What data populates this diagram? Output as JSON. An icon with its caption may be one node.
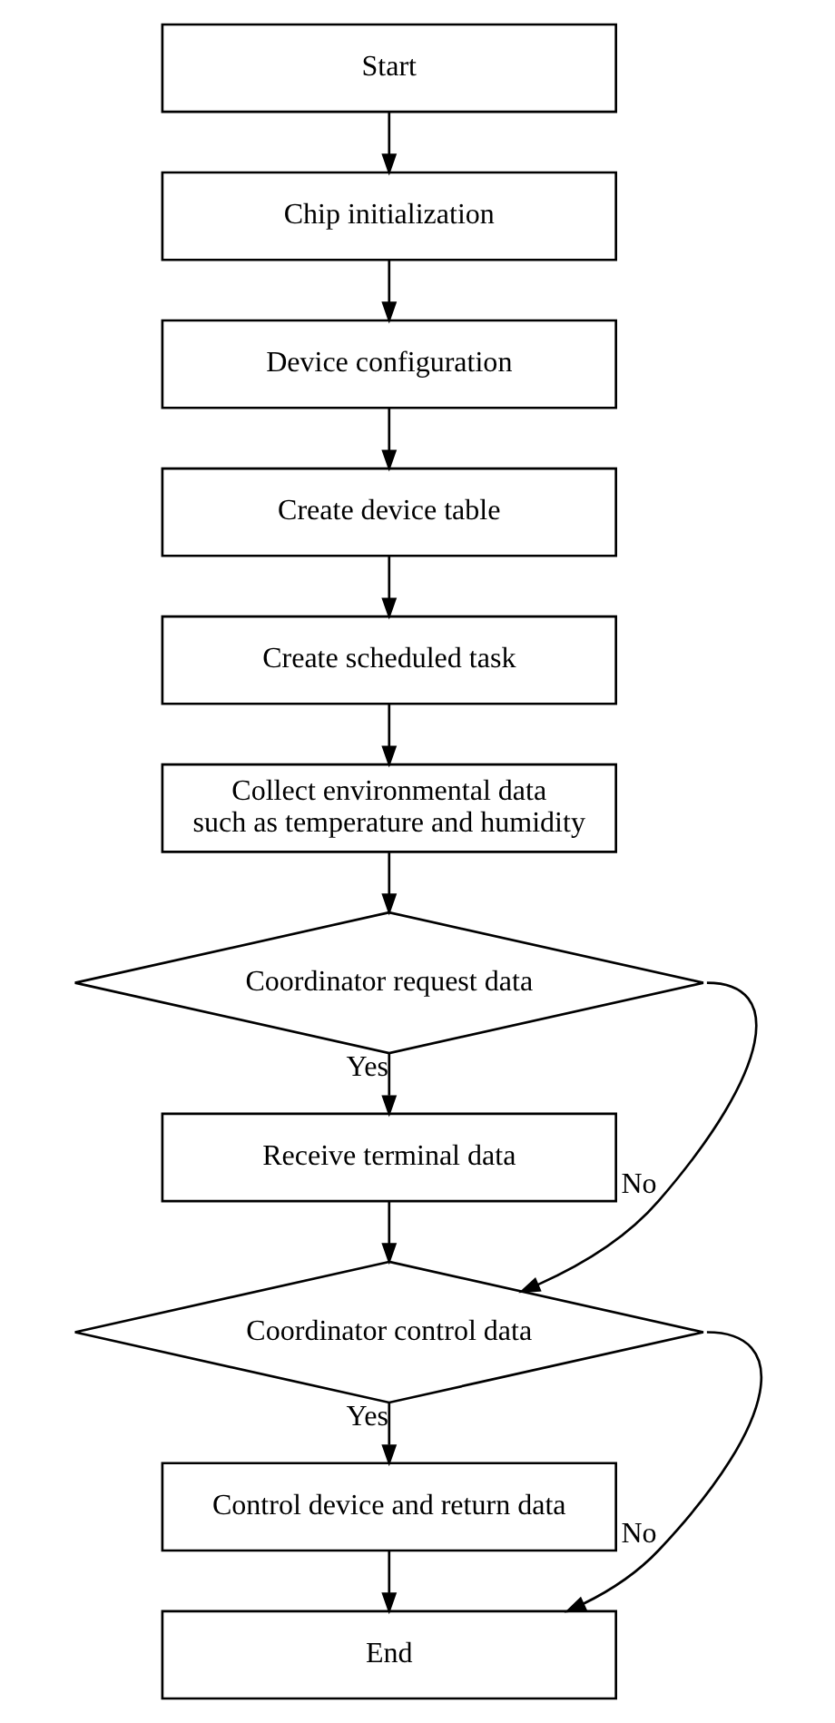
{
  "diagram": {
    "nodes": [
      {
        "text": [
          "Start"
        ]
      },
      {
        "text": [
          "Chip initialization"
        ]
      },
      {
        "text": [
          "Device configuration"
        ]
      },
      {
        "text": [
          "Create device table"
        ]
      },
      {
        "text": [
          "Create scheduled task"
        ]
      },
      {
        "text": [
          "Collect environmental data such as temperature and humidity"
        ]
      },
      {
        "text": [
          "Coordinator request data"
        ]
      },
      {
        "text": [
          "Receive terminal data"
        ]
      },
      {
        "text": [
          "Coordinator control data"
        ]
      },
      {
        "text": [
          "Control device and return data"
        ]
      },
      {
        "text": [
          "End"
        ]
      }
    ],
    "edges": [
      {
        "from": 0,
        "to": 1,
        "arrow": "to"
      },
      {
        "from": 1,
        "to": 2,
        "arrow": "to"
      },
      {
        "from": 2,
        "to": 3,
        "arrow": "to"
      },
      {
        "from": 3,
        "to": 4,
        "arrow": "to"
      },
      {
        "from": 4,
        "to": 5,
        "arrow": "to"
      },
      {
        "from": 5,
        "to": 6,
        "arrow": "to"
      },
      {
        "from": 6,
        "to": 7,
        "label": "Yes",
        "arrow": "to"
      },
      {
        "from": 6,
        "to": 8,
        "label": "No",
        "arrow": "to"
      },
      {
        "from": 7,
        "to": 8,
        "arrow": "to"
      },
      {
        "from": 8,
        "to": 9,
        "label": "Yes",
        "arrow": "to"
      },
      {
        "from": 8,
        "to": 10,
        "label": "No",
        "arrow": "to"
      },
      {
        "from": 9,
        "to": 10,
        "arrow": "to"
      }
    ]
  }
}
